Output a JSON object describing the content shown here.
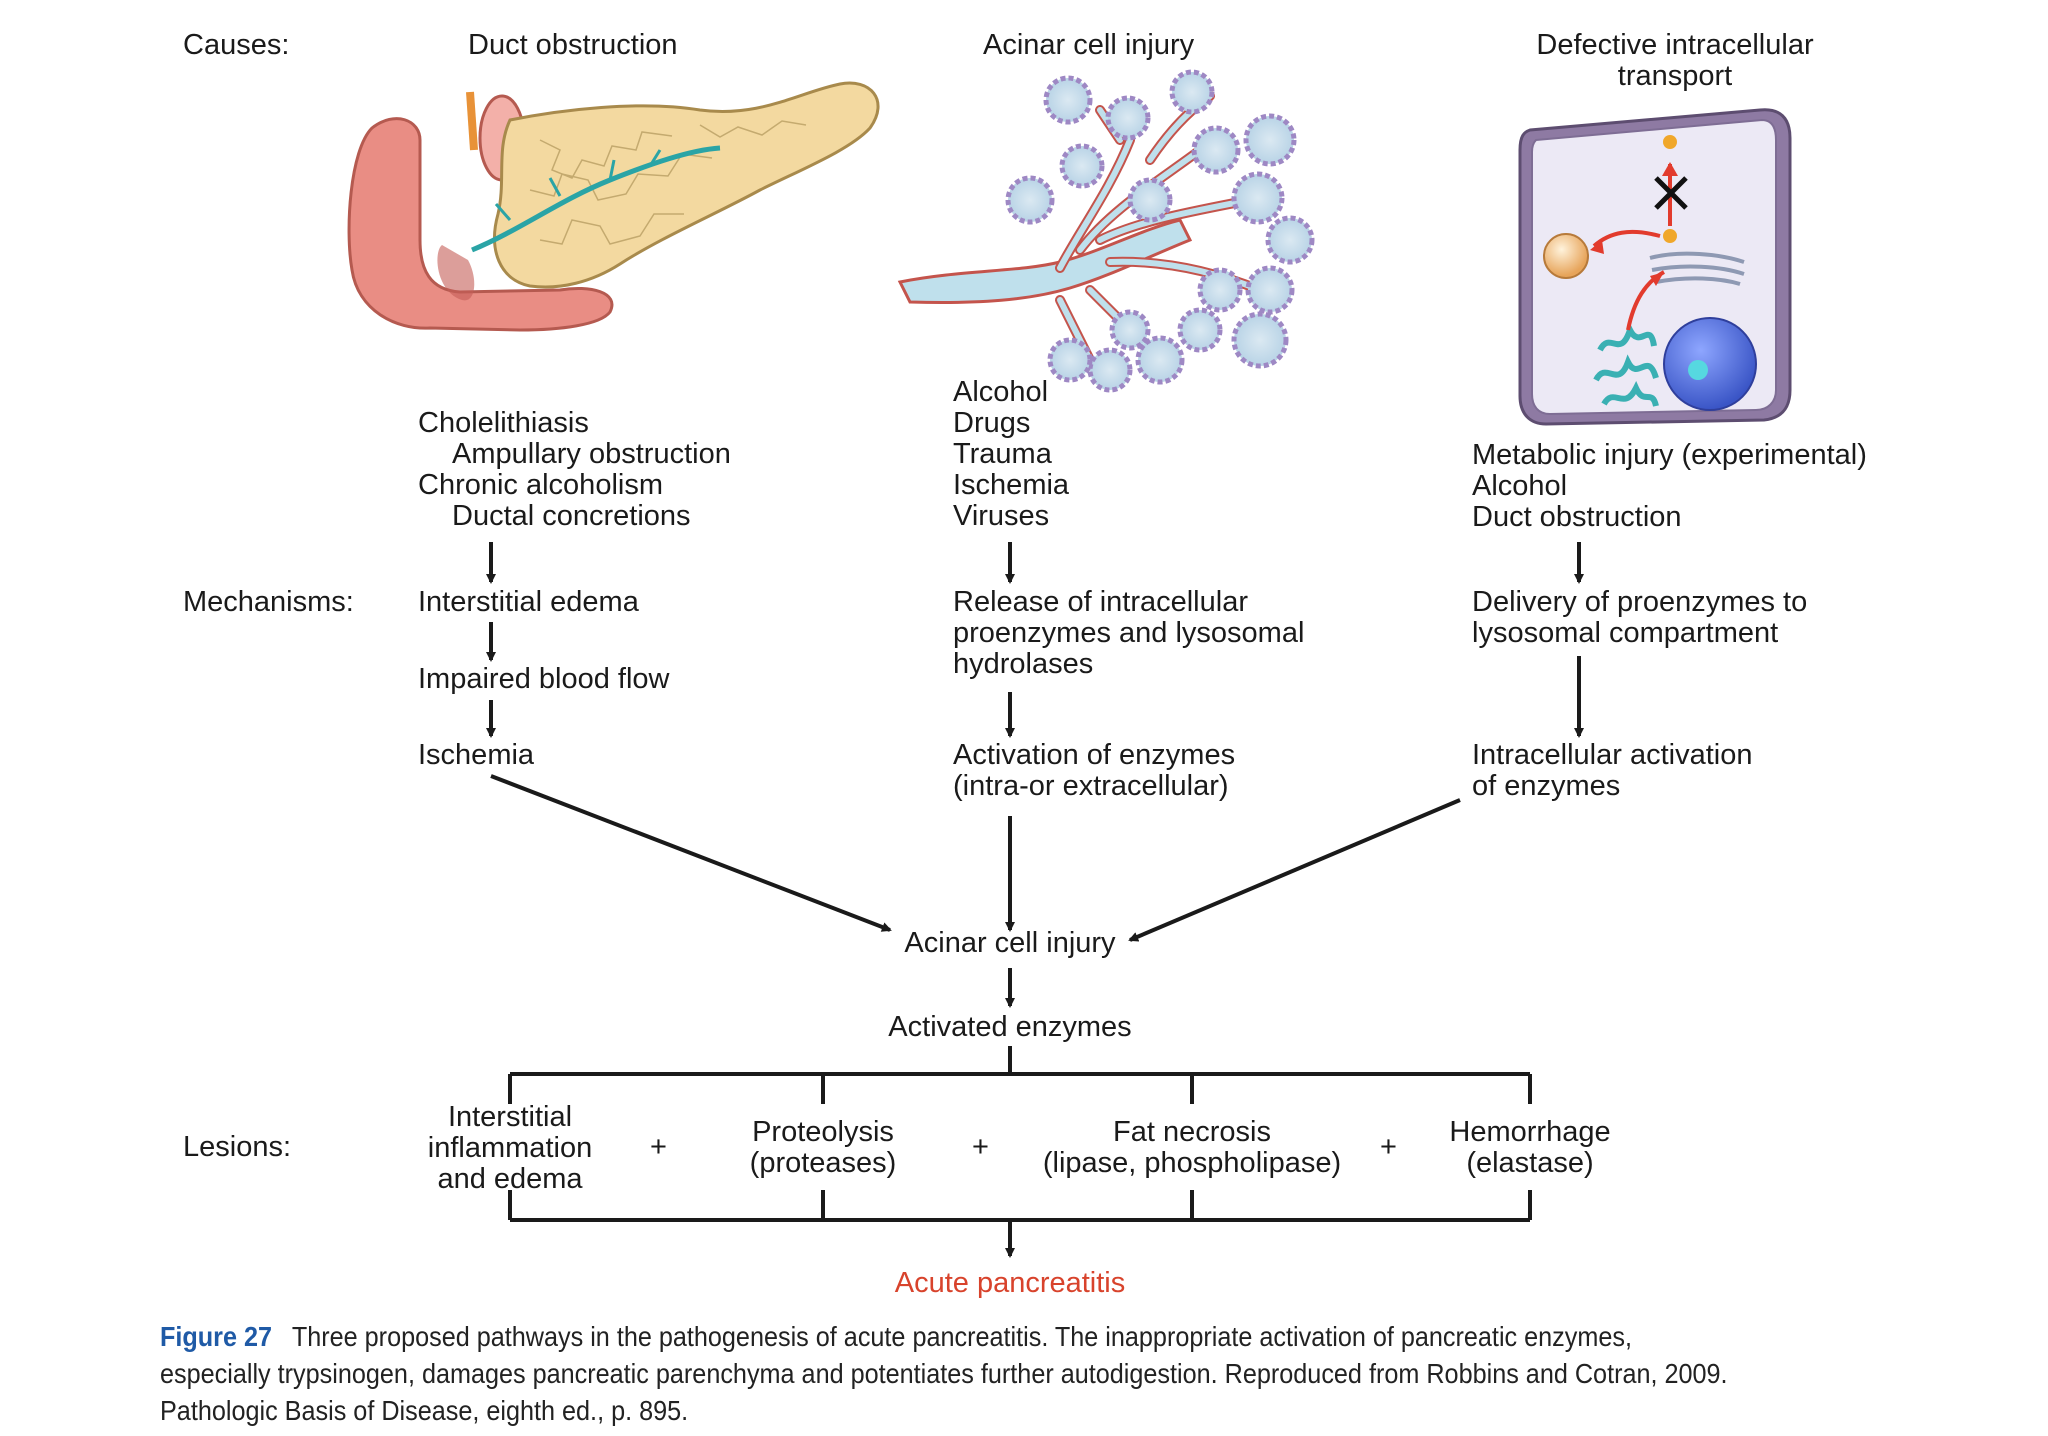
{
  "header": {
    "causes_label": "Causes:",
    "col1": "Duct obstruction",
    "col2": "Acinar cell injury",
    "col3_line1": "Defective intracellular",
    "col3_line2": "transport"
  },
  "causes": {
    "col1": [
      "Cholelithiasis",
      "Ampullary obstruction",
      "Chronic alcoholism",
      "Ductal concretions"
    ],
    "col2": [
      "Alcohol",
      "Drugs",
      "Trauma",
      "Ischemia",
      "Viruses"
    ],
    "col3": [
      "Metabolic injury (experimental)",
      "Alcohol",
      "Duct obstruction"
    ]
  },
  "mechanisms": {
    "label": "Mechanisms:",
    "col1": [
      "Interstitial edema",
      "Impaired blood flow",
      "Ischemia"
    ],
    "col2_release": [
      "Release of intracellular",
      "proenzymes and lysosomal",
      "hydrolases"
    ],
    "col2_activation": [
      "Activation of enzymes",
      "(intra-or extracellular)"
    ],
    "col3_delivery": [
      "Delivery of proenzymes to",
      "lysosomal compartment"
    ],
    "col3_intracellular": [
      "Intracellular activation",
      "of enzymes"
    ]
  },
  "convergence": {
    "acinar": "Acinar cell injury",
    "activated": "Activated enzymes"
  },
  "lesions": {
    "label": "Lesions:",
    "items": [
      [
        "Interstitial",
        "inflammation",
        "and edema"
      ],
      [
        "Proteolysis",
        "(proteases)"
      ],
      [
        "Fat necrosis",
        "(lipase, phospholipase)"
      ],
      [
        "Hemorrhage",
        "(elastase)"
      ]
    ],
    "plus": "+"
  },
  "outcome": "Acute pancreatitis",
  "caption": {
    "figure": "Figure 27",
    "text": "Three proposed pathways in the pathogenesis of acute pancreatitis. The inappropriate activation of pancreatic enzymes, especially trypsinogen, damages pancreatic parenchyma and potentiates further autodigestion. Reproduced from Robbins and Cotran, 2009. Pathologic Basis of Disease, eighth ed., p. 895."
  },
  "colors": {
    "outcome": "#d8432c",
    "figure_label": "#1f5aa6"
  }
}
